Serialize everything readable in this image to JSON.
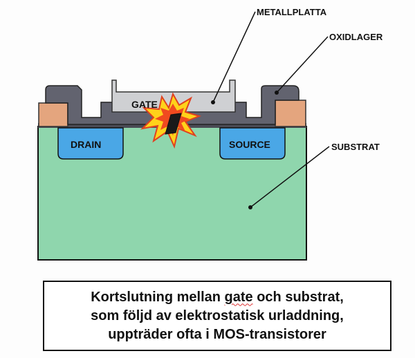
{
  "labels": {
    "metal": "METALLPLATTA",
    "oxide": "OXIDLAGER",
    "substrate": "SUBSTRAT",
    "gate": "GATE",
    "drain": "DRAIN",
    "source": "SOURCE"
  },
  "caption": {
    "line1_a": "Kortslutning mellan ",
    "line1_b": "gate",
    "line1_c": " och substrat,",
    "line2": "som följd av elektrostatisk urladdning,",
    "line3": "uppträder ofta i MOS-transistorer"
  },
  "colors": {
    "substrate": "#8fd6ad",
    "oxide": "#62636f",
    "metal": "#cfd0d3",
    "wells": "#4aa7e6",
    "contacts": "#e4a57e",
    "spark_outer": "#ffd21a",
    "spark_inner": "#e03018"
  }
}
